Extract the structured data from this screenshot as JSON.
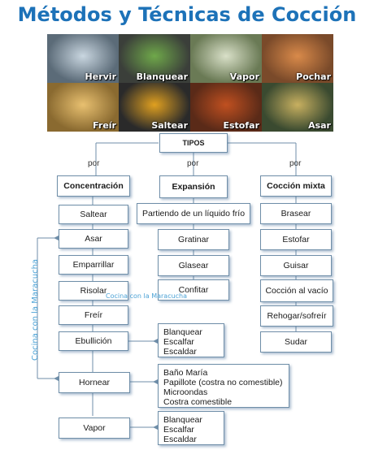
{
  "title": "Métodos y Técnicas de Cocción",
  "photos": [
    {
      "label": "Hervir",
      "bg": "#5b6b78",
      "accent": "#c9d6e0"
    },
    {
      "label": "Blanquear",
      "bg": "#3b3f3a",
      "accent": "#6fa84a"
    },
    {
      "label": "Vapor",
      "bg": "#6a7a55",
      "accent": "#d9e0c8"
    },
    {
      "label": "Pochar",
      "bg": "#7a4a2a",
      "accent": "#d98a4a"
    },
    {
      "label": "Freír",
      "bg": "#8a6a30",
      "accent": "#e8c070"
    },
    {
      "label": "Saltear",
      "bg": "#2a2a2a",
      "accent": "#e0a020"
    },
    {
      "label": "Estofar",
      "bg": "#5a2a18",
      "accent": "#c05020"
    },
    {
      "label": "Asar",
      "bg": "#3a4a30",
      "accent": "#c8b060"
    }
  ],
  "root": "TIPOS",
  "por_label": "por",
  "categories": [
    {
      "label": "Concentración"
    },
    {
      "label": "Expansión"
    },
    {
      "label": "Cocción mixta"
    }
  ],
  "concentracion": [
    "Saltear",
    "Asar",
    "Emparrillar",
    "Risolar",
    "Freír",
    "Ebullición",
    "Hornear",
    "Vapor"
  ],
  "expansion": [
    "Partiendo de un líquido frío",
    "Gratinar",
    "Glasear",
    "Confitar"
  ],
  "mixta": [
    "Brasear",
    "Estofar",
    "Guisar",
    "Cocción al vacío",
    "Rehogar/sofreír",
    "Sudar"
  ],
  "ebullicion_detail": [
    "Blanquear",
    "Escalfar",
    "Escaldar"
  ],
  "hornear_detail": [
    "Baño María",
    "Papillote (costra no comestible)",
    "Microondas",
    "Costra comestible"
  ],
  "vapor_detail": [
    "Blanquear",
    "Escalfar",
    "Escaldar"
  ],
  "watermark": "Cocina con la Maracucha"
}
